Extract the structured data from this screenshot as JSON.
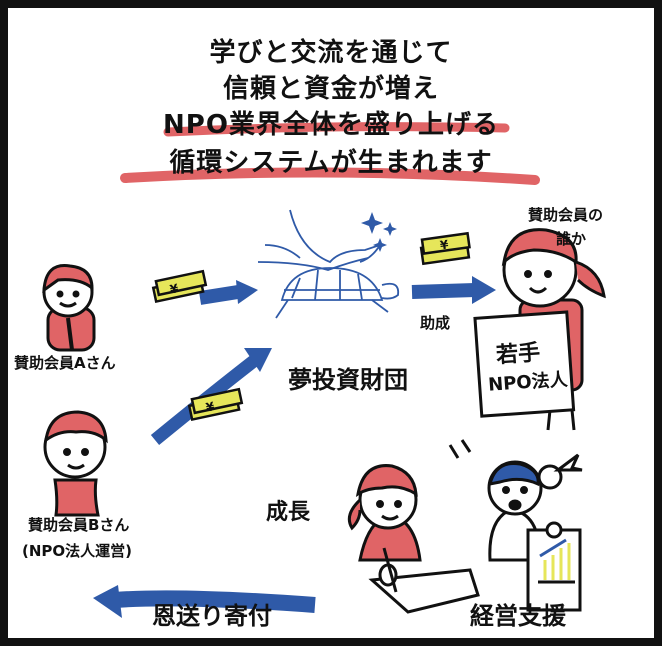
{
  "title": {
    "lines": [
      "学びと交流を通じて",
      "信頼と資金が増え",
      "NPO業界全体を盛り上げる",
      "循環システムが生まれます"
    ]
  },
  "foundation": {
    "label": "夢投資財団"
  },
  "supporter_a": {
    "label": "賛助会員Aさん"
  },
  "supporter_b": {
    "label_line1": "賛助会員Bさん",
    "label_line2": "(NPO法人運営)"
  },
  "someone": {
    "label_line1": "賛助会員の",
    "label_line2": "誰か",
    "sign_line1": "若手",
    "sign_line2": "NPO法人"
  },
  "grant": {
    "label": "助成"
  },
  "growth": {
    "label": "成長"
  },
  "support": {
    "label": "経営支援"
  },
  "donation": {
    "label": "恩送り寄付"
  },
  "money": {
    "symbol": "¥"
  },
  "colors": {
    "accent_red": "#e06466",
    "arrow_blue": "#2f5aa8",
    "money_yellow": "#e6e65a"
  }
}
